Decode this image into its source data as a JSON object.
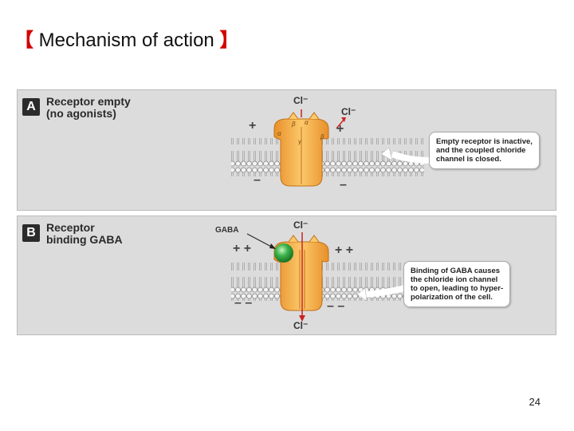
{
  "slide": {
    "title_open": "【",
    "title": "Mechanism of action",
    "title_close": "】",
    "page_number": "24"
  },
  "panel_a": {
    "letter": "A",
    "label_line1": "Receptor empty",
    "label_line2": "(no agonists)",
    "ion_top": "Cl⁻",
    "ion_side": "Cl⁻",
    "subunits": [
      "β",
      "α",
      "α",
      "γ",
      "β"
    ],
    "plus_sign": "+",
    "minus_sign": "–",
    "callout_lines": [
      "Empty receptor is inactive,",
      "and the coupled chloride",
      "channel is closed."
    ]
  },
  "panel_b": {
    "letter": "B",
    "label_line1": "Receptor",
    "label_line2": "binding GABA",
    "ligand_label": "GABA",
    "ion_top": "Cl⁻",
    "ion_bottom": "Cl⁻",
    "plus_sign": "+ +",
    "minus_sign": "– –",
    "callout_lines": [
      "Binding of GABA causes",
      "the chloride ion channel",
      "to open, leading to hyper-",
      "polarization of the cell."
    ]
  },
  "colors": {
    "bracket": "#d40000",
    "panel_bg": "#dcdcdc",
    "receptor": "#f7b04a",
    "gaba": "#3db34a",
    "arrow_red": "#cc2222"
  }
}
